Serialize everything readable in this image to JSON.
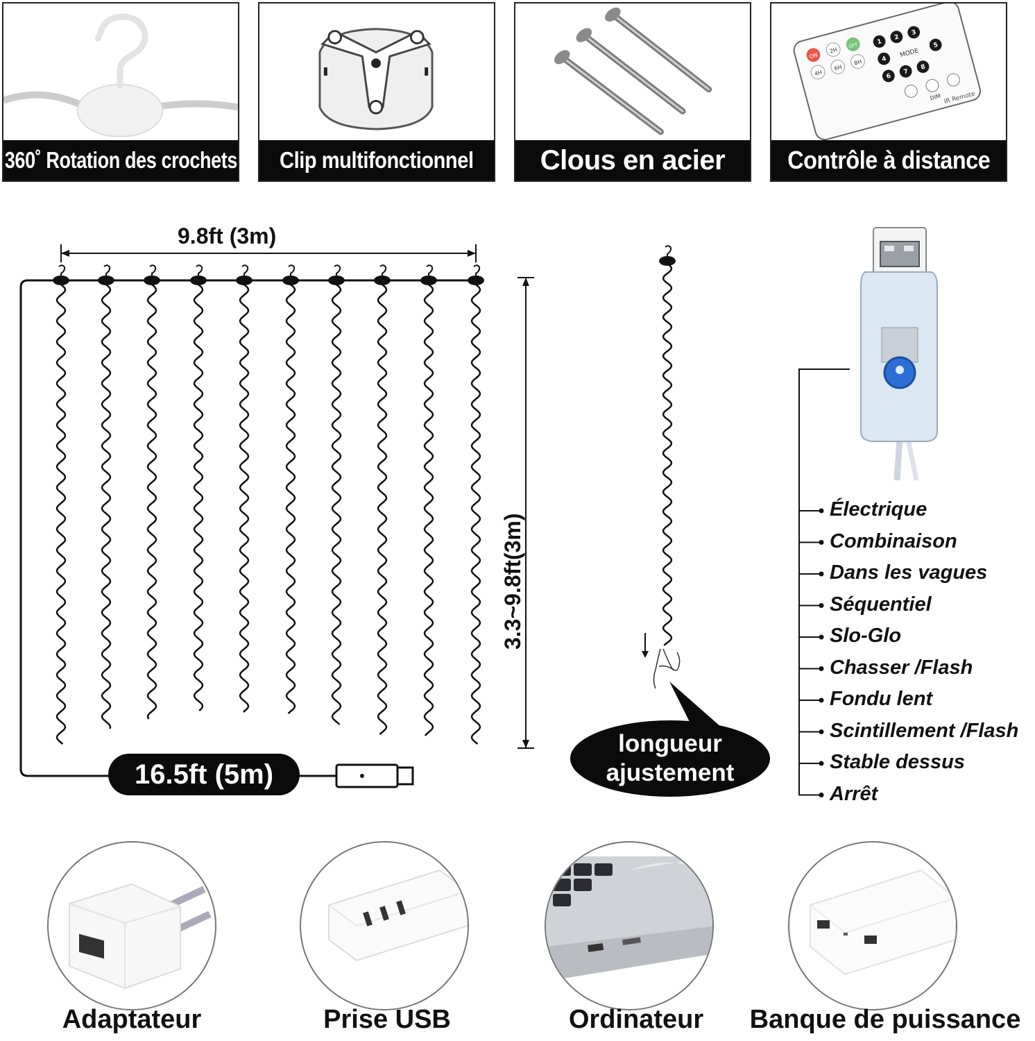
{
  "features": [
    {
      "label": "360˚ Rotation des crochets",
      "icon": "rotating-hook-icon"
    },
    {
      "label": "Clip multifonctionnel",
      "icon": "wall-clip-icon"
    },
    {
      "label": "Clous en acier",
      "icon": "steel-nails-icon"
    },
    {
      "label": "Contrôle à distance",
      "icon": "remote-control-icon"
    }
  ],
  "remote": {
    "top_buttons": [
      "ON",
      "2H",
      "OFF",
      "4H",
      "6H",
      "8H"
    ],
    "number_buttons": [
      "1",
      "2",
      "3",
      "4",
      "5",
      "6",
      "7",
      "8"
    ],
    "mode_label": "MODE",
    "dim_label": "DIM",
    "footer_label": "IR Remote"
  },
  "dimensions": {
    "width_label": "9.8ft (3m)",
    "height_label": "3.3~9.8ft(3m)",
    "cable_label": "16.5ft (5m)",
    "adjust_label_line1": "longueur",
    "adjust_label_line2": "ajustement"
  },
  "modes": [
    "Électrique",
    "Combinaison",
    "Dans les vagues",
    "Séquentiel",
    "Slo-Glo",
    "Chasser /Flash",
    "Fondu lent",
    "Scintillement /Flash",
    "Stable dessus",
    "Arrêt"
  ],
  "power_sources": [
    {
      "label": "Adaptateur",
      "icon": "usb-adapter-icon"
    },
    {
      "label": "Prise USB",
      "icon": "usb-power-strip-icon"
    },
    {
      "label": "Ordinateur",
      "icon": "laptop-icon"
    },
    {
      "label": "Banque de puissance",
      "icon": "power-bank-icon"
    }
  ],
  "colors": {
    "caption_bg": "#0b0b0b",
    "caption_text": "#ffffff",
    "line": "#111111",
    "controller_button": "#2b6fd6"
  }
}
